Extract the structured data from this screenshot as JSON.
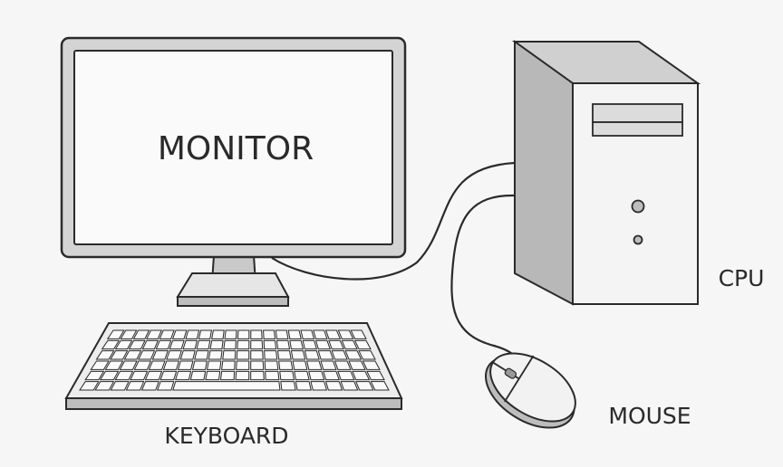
{
  "title": "Computer parts diagram",
  "labels": {
    "monitor": "MONITOR",
    "keyboard": "KEYBOARD",
    "mouse": "MOUSE",
    "cpu": "CPU"
  },
  "colors": {
    "background": "#f6f6f6",
    "stroke": "#2a2a2a",
    "shade": "#c9c9c9"
  }
}
